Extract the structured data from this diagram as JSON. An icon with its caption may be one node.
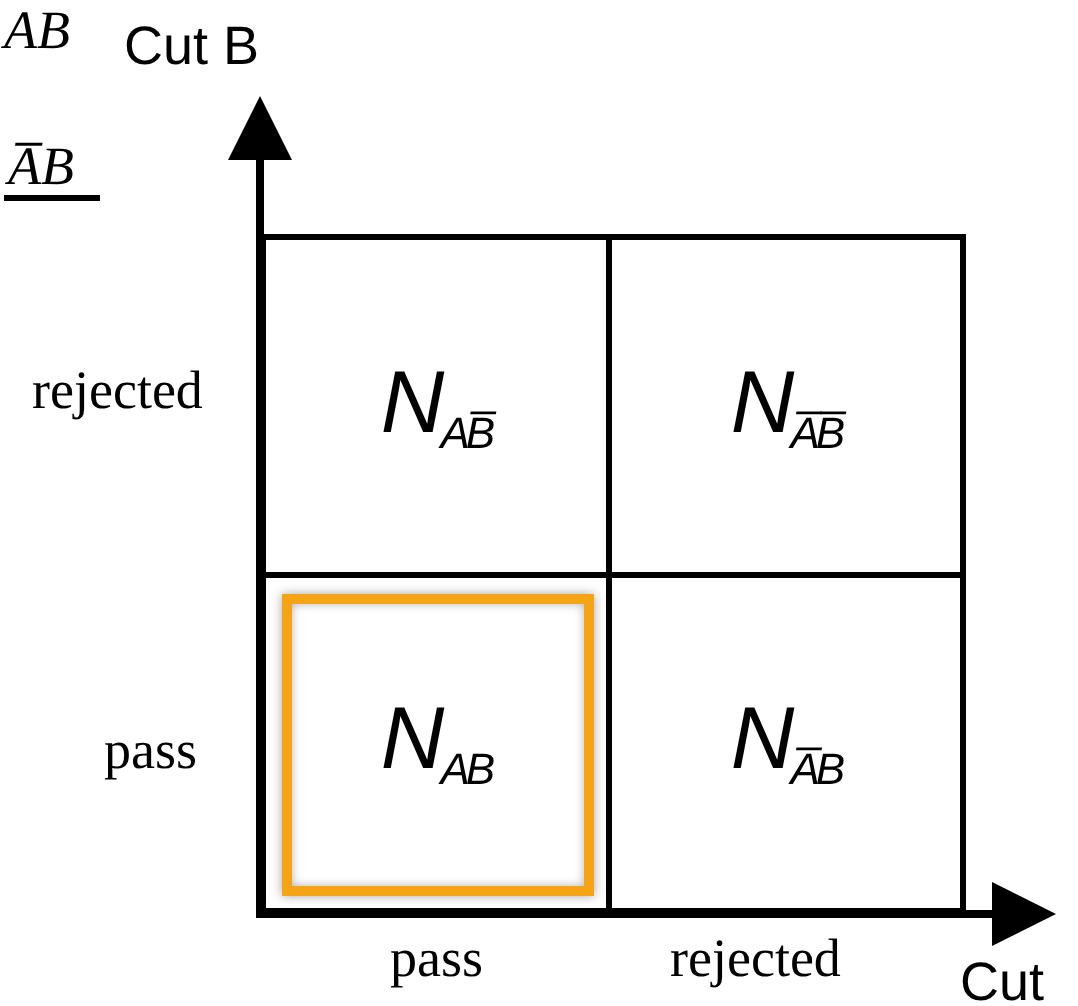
{
  "diagram": {
    "nodes": [
      {
        "text": [
          "N$_{AB̅}$"
        ]
      },
      {
        "text": [
          "N$_{A̅B̅}$"
        ]
      },
      {
        "text": [
          "N$_{AB}$"
        ]
      },
      {
        "text": [
          "N$_{A̅B}$"
        ]
      }
    ],
    "labels": [
      "AB",
      "Cut B",
      "A̅B",
      "rejected",
      "pass",
      "pass",
      "rejected",
      "Cut"
    ]
  }
}
